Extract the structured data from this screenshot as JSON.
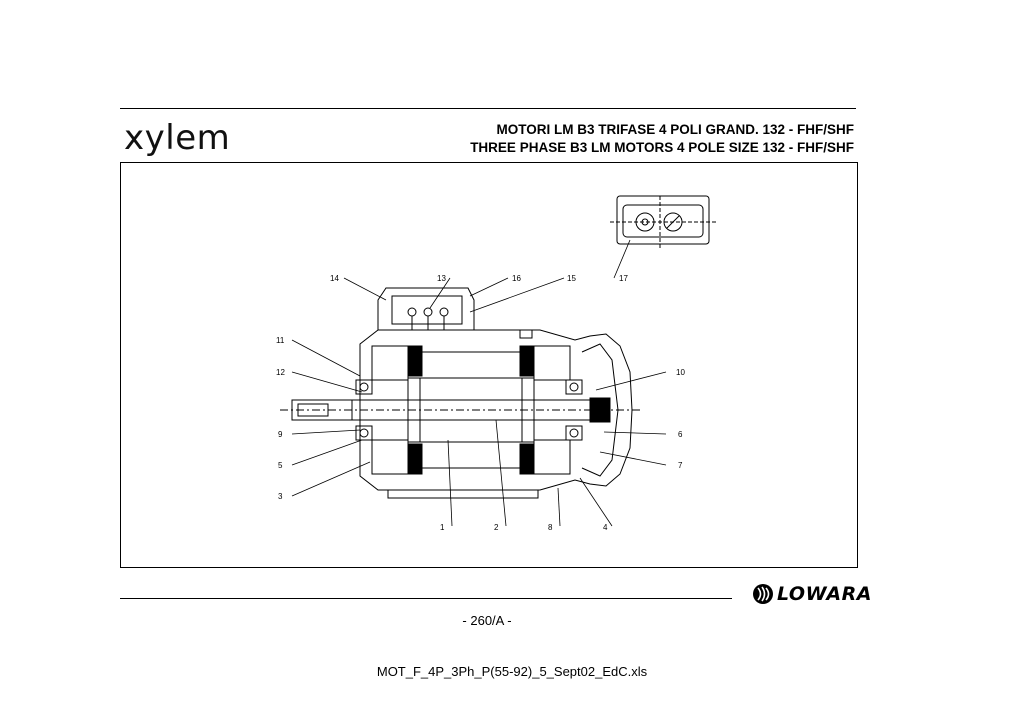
{
  "header": {
    "brand": "xylem",
    "title_it": "MOTORI LM B3 TRIFASE 4 POLI GRAND. 132 - FHF/SHF",
    "title_en": "THREE PHASE B3 LM MOTORS 4 POLE SIZE 132 - FHF/SHF"
  },
  "drawing": {
    "callouts": [
      "14",
      "13",
      "16",
      "15",
      "17",
      "11",
      "12",
      "9",
      "5",
      "3",
      "1",
      "2",
      "8",
      "4",
      "10",
      "6",
      "7"
    ]
  },
  "footer": {
    "brand": "LOWARA",
    "page": "-   260/A  -",
    "filename": "MOT_F_4P_3Ph_P(55-92)_5_Sept02_EdC.xls"
  }
}
